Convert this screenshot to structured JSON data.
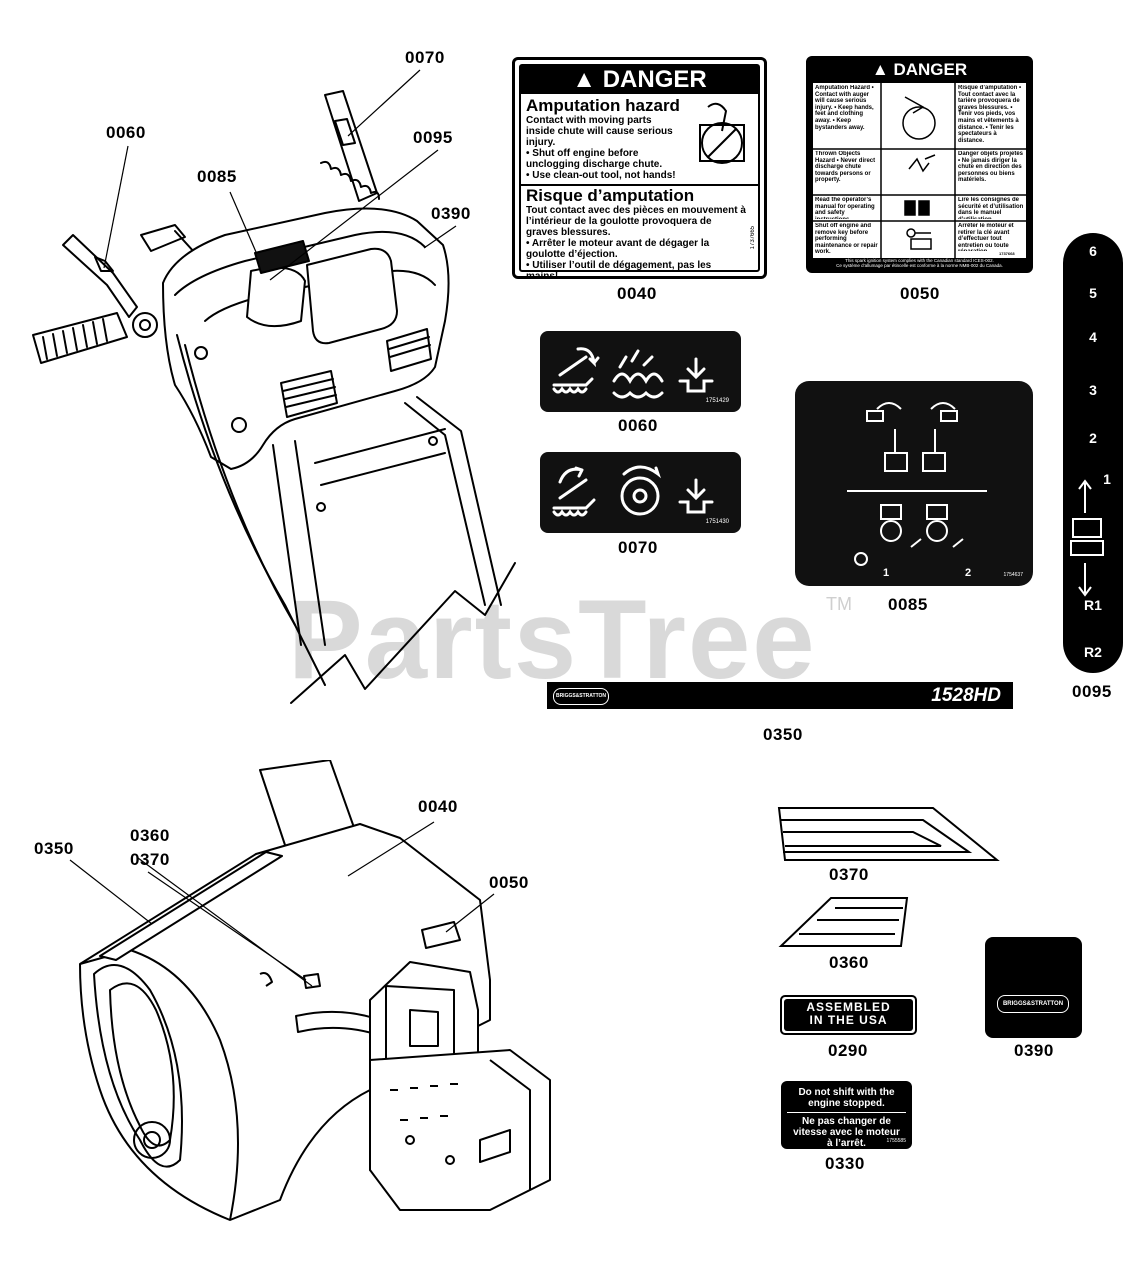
{
  "watermark": "PartsTree",
  "trademark": "TM",
  "callouts": {
    "c0070_top": "0070",
    "c0060_top": "0060",
    "c0095_top": "0095",
    "c0085_top": "0085",
    "c0390_top": "0390",
    "c0040_label": "0040",
    "c0050_label": "0050",
    "c0060_label": "0060",
    "c0070_label": "0070",
    "c0085_label": "0085",
    "c0095_label": "0095",
    "c0350_label": "0350",
    "c0350_bottom": "0350",
    "c0360_bottom": "0360",
    "c0370_bottom": "0370",
    "c0040_bottom": "0040",
    "c0050_bottom": "0050",
    "c0370_label": "0370",
    "c0360_label": "0360",
    "c0290_label": "0290",
    "c0390_label": "0390",
    "c0330_label": "0330"
  },
  "decal_0040": {
    "header": "DANGER",
    "title_en": "Amputation hazard",
    "body_en": "Contact with moving parts inside chute will cause serious injury.",
    "bullet_en_1": "• Shut off engine before unclogging discharge chute.",
    "bullet_en_2": "• Use clean-out tool, not hands!",
    "title_fr": "Risque d’amputation",
    "body_fr": "Tout contact avec des pièces en mouvement à l’intérieur de la goulotte provoquera de graves blessures.",
    "bullet_fr_1": "• Arrêter le moteur avant de dégager la goulotte d’éjection.",
    "bullet_fr_2": "• Utiliser l’outil de dégagement, pas les mains!",
    "part_no": "1737665"
  },
  "decal_0050": {
    "header": "DANGER",
    "cell_1_en": "Amputation Hazard • Contact with auger will cause serious injury. • Keep hands, feet and clothing away. • Keep bystanders away.",
    "cell_1_fr": "Risque d’amputation • Tout contact avec la tarière provoquera de graves blessures. • Tenir vos pieds, vos mains et vêtements à distance. • Tenir les spectateurs à distance.",
    "cell_2_en": "Thrown Objects Hazard • Never direct discharge chute towards persons or property.",
    "cell_2_fr": "Danger objets projetés • Ne jamais diriger la chute en direction des personnes ou biens matériels.",
    "cell_3_en": "Read the operator’s manual for operating and safety instructions.",
    "cell_3_fr": "Lire les consignes de sécurité et d’utilisation dans le manuel d’utilisation.",
    "cell_4_en": "Shut off engine and remove key before performing maintenance or repair work.",
    "cell_4_fr": "Arrêter le moteur et retirer la clé avant d’effectuer tout entretien ou toute réparation.",
    "footer_1": "This spark ignition system complies with the Canadian standard ICES-002.",
    "footer_2": "Ce système d’allumage par étincelle est conforme à la norme NMB-002 du Canada.",
    "part_no": "1737668"
  },
  "decal_0060": {
    "part_no": "1751429"
  },
  "decal_0070": {
    "part_no": "1751430"
  },
  "decal_0085": {
    "part_no": "1754637",
    "step_1": "1",
    "step_2": "2"
  },
  "decal_0095": {
    "gears": [
      "6",
      "5",
      "4",
      "3",
      "2",
      "1",
      "R1",
      "R2"
    ]
  },
  "decal_0350": {
    "brand": "BRIGGS&STRATTON",
    "model": "1528HD"
  },
  "decal_0290": {
    "line_1": "ASSEMBLED",
    "line_2": "IN THE USA"
  },
  "decal_0330": {
    "line_en": "Do not shift with the engine stopped.",
    "line_fr": "Ne pas changer de vitesse avec le moteur à l’arrêt.",
    "part_no": "1755585"
  },
  "decal_0390": {
    "brand": "BRIGGS&STRATTON"
  }
}
